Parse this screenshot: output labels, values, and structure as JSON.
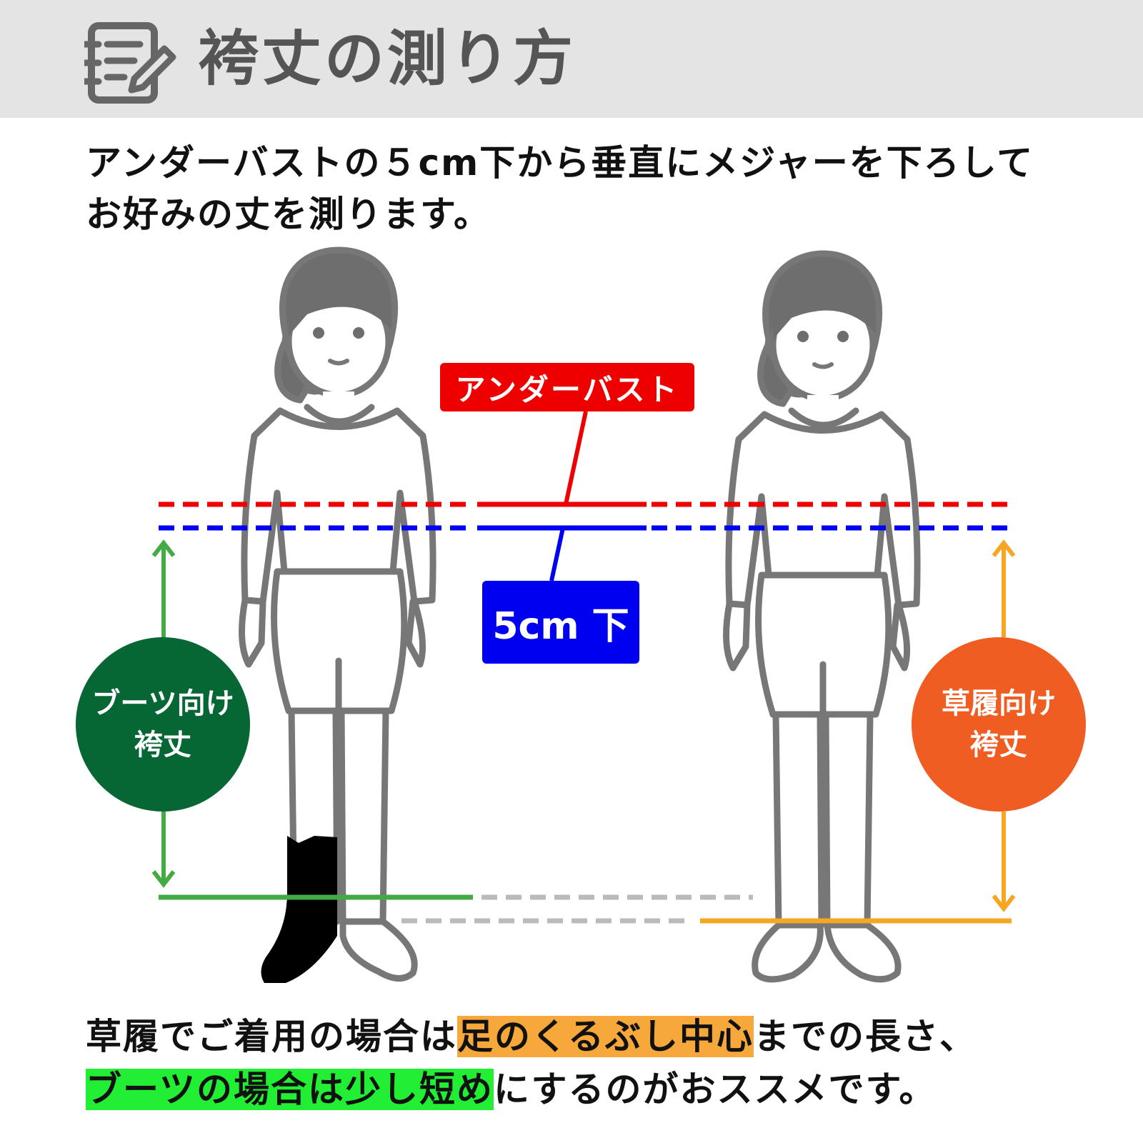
{
  "header": {
    "title": "袴丈の測り方",
    "icon": "notepad-pencil-icon",
    "background": "#e4e4e4"
  },
  "intro": {
    "line1": "アンダーバストの５cm下から垂直にメジャーを下ろして",
    "line2": "お好みの丈を測ります。"
  },
  "labels": {
    "underbust": "アンダーバスト",
    "five_cm_below": "5cm 下",
    "boots_line1": "ブーツ向け",
    "boots_line2": "袴丈",
    "zori_line1": "草履向け",
    "zori_line2": "袴丈"
  },
  "footer": {
    "line1_prefix": "草履でご着用の場合は",
    "line1_highlight": "足のくるぶし中心",
    "line1_suffix": "までの長さ、",
    "line2_highlight": "ブーツの場合は少し短め",
    "line2_suffix": "にするのがおススメです。"
  },
  "colors": {
    "underbust": "#ee0000",
    "five_cm": "#0000f0",
    "boots": "#066634",
    "boots_arrow": "#44aa44",
    "zori": "#f05d23",
    "zori_arrow": "#f5a623",
    "figure": "#777777",
    "highlight_orange": "#f7a83b",
    "highlight_green": "#22ee33"
  }
}
